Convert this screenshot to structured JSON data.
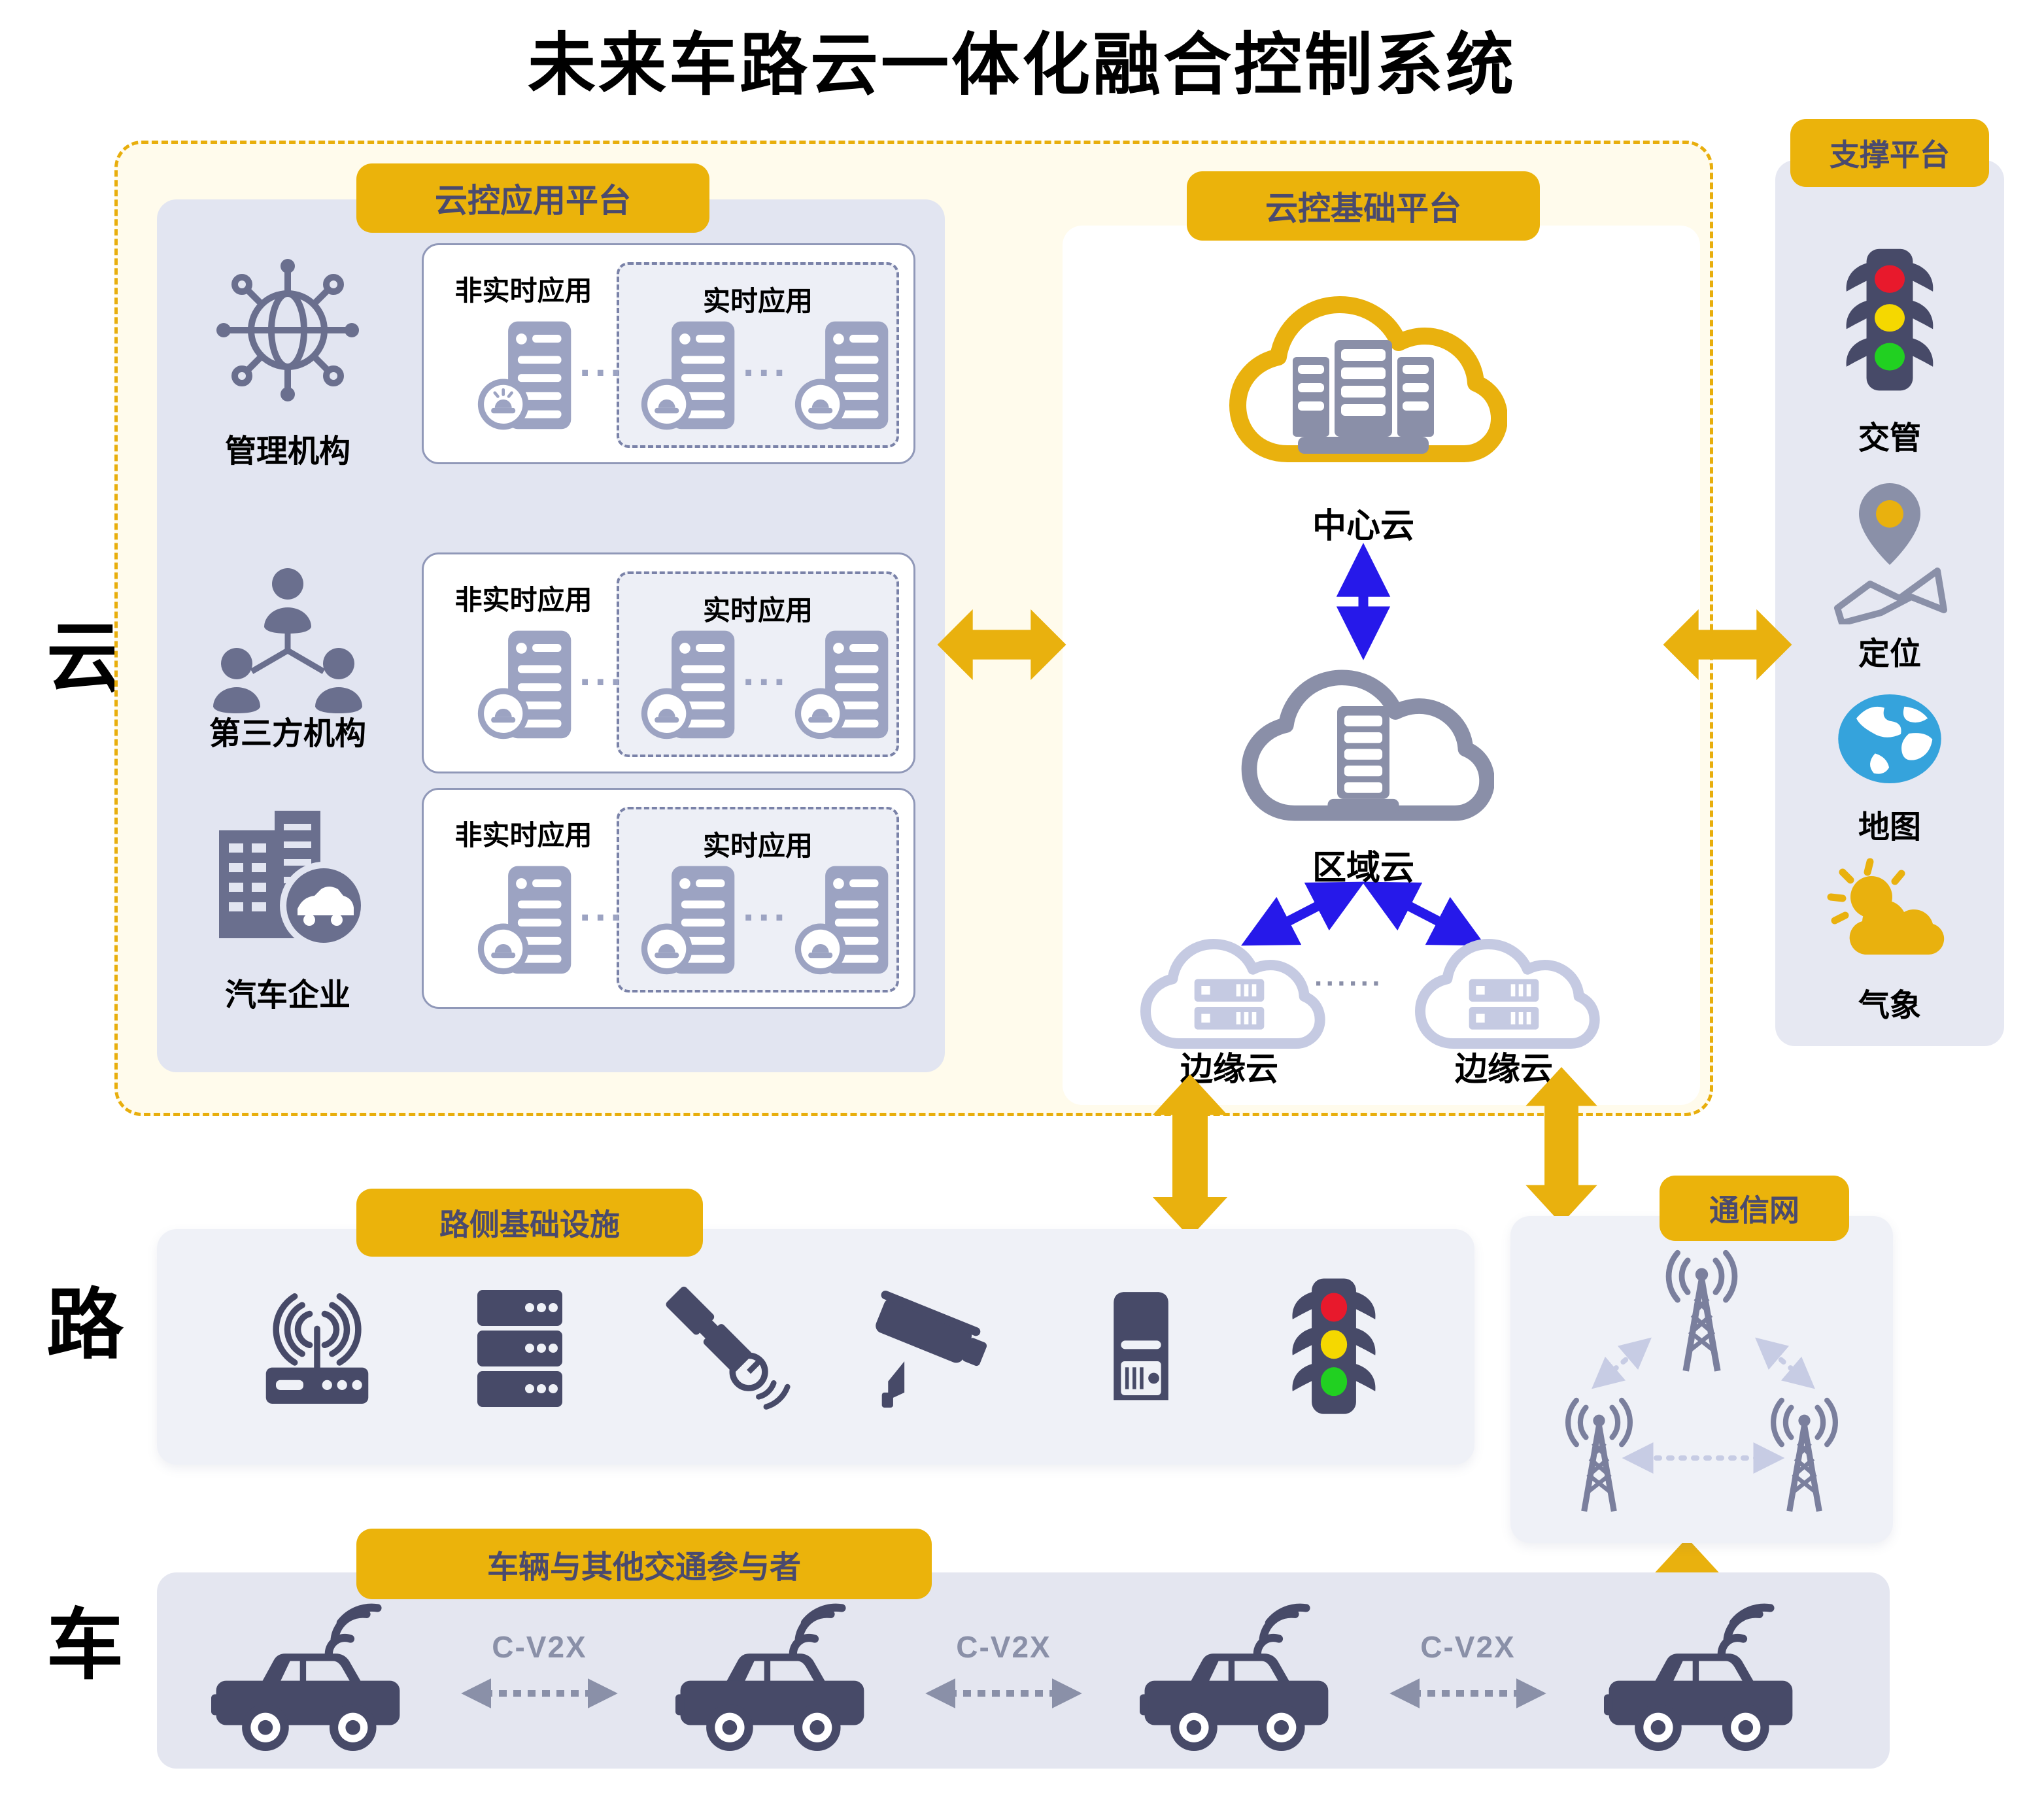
{
  "title": "未来车路云一体化融合控制系统",
  "side_labels": {
    "cloud": "云",
    "road": "路",
    "vehicle": "车"
  },
  "app_platform": {
    "badge": "云控应用平台",
    "non_rt_label": "非实时应用",
    "rt_label": "实时应用",
    "ellipsis": "···",
    "rows": [
      {
        "icon": "globe-network-icon",
        "label": "管理机构"
      },
      {
        "icon": "people-network-icon",
        "label": "第三方机构"
      },
      {
        "icon": "auto-enterprise-icon",
        "label": "汽车企业"
      }
    ]
  },
  "base_platform": {
    "badge": "云控基础平台",
    "center_cloud": "中心云",
    "regional_cloud": "区域云",
    "edge_cloud_left": "边缘云",
    "edge_cloud_right": "边缘云",
    "edge_dots": "······"
  },
  "support_platform": {
    "badge": "支撑平台",
    "items": [
      {
        "icon": "traffic-light-icon",
        "label": "交管"
      },
      {
        "icon": "location-pin-map-icon",
        "label": "定位"
      },
      {
        "icon": "globe-map-icon",
        "label": "地图"
      },
      {
        "icon": "weather-icon",
        "label": "气象"
      }
    ]
  },
  "roadside": {
    "badge": "路侧基础设施",
    "icons": [
      "rsu-router-icon",
      "server-stack-icon",
      "satellite-icon",
      "cctv-camera-icon",
      "edge-computer-icon",
      "traffic-light-icon"
    ]
  },
  "comm_network": {
    "badge": "通信网",
    "icon": "cell-tower-icon"
  },
  "vehicles": {
    "badge": "车辆与其他交通参与者",
    "links": [
      {
        "label": "C-V2X"
      },
      {
        "label": "C-V2X"
      },
      {
        "label": "C-V2X"
      }
    ]
  },
  "colors": {
    "badge_yellow": "#EBB30B",
    "badge_text": "#4A4A6E",
    "cream_bg": "#FFFBEC",
    "dashed_border": "#E8AE0C",
    "panel_lavender": "#E2E5F1",
    "panel_light": "#EFF1F7",
    "icon_slate": "#6A6F8E",
    "icon_light": "#9CA3C2",
    "icon_navy": "#474A68",
    "blue_arrow": "#2619EA",
    "center_cloud": "#E9B10E",
    "regional_cloud": "#8A8FA8",
    "edge_cloud": "#C5CAE2",
    "cvx_gray": "#8A90A8",
    "globe_blue": "#35A3DC",
    "light_red": "#E8192C",
    "light_yellow": "#F5D800",
    "light_green": "#21D021"
  }
}
